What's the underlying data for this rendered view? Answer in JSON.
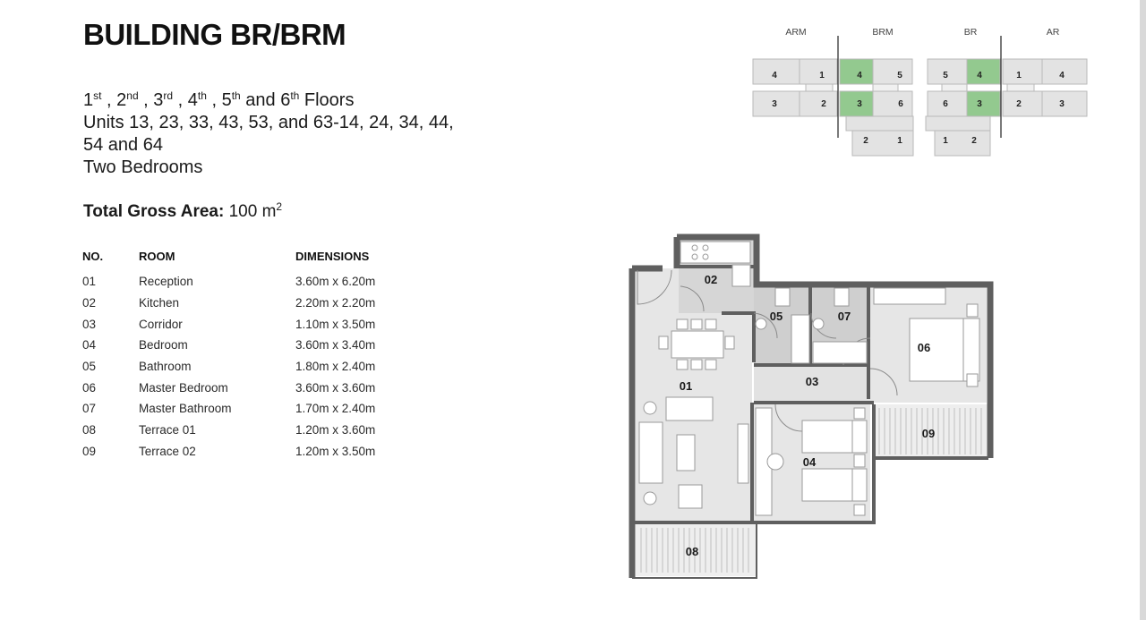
{
  "document": {
    "title": "BUILDING BR/BRM",
    "floors": {
      "ordinals": [
        {
          "num": "1",
          "suffix": "st"
        },
        {
          "num": "2",
          "suffix": "nd"
        },
        {
          "num": "3",
          "suffix": "rd"
        },
        {
          "num": "4",
          "suffix": "th"
        },
        {
          "num": "5",
          "suffix": "th"
        },
        {
          "num": "6",
          "suffix": "th"
        }
      ],
      "sep": " , ",
      "and_word": " and ",
      "floors_word": " Floors",
      "units_line1": "Units 13, 23, 33, 43, 53, and 63-14, 24, 34, 44,",
      "units_line2": "54 and 64",
      "bedrooms": "Two Bedrooms"
    },
    "gross_area": {
      "label": "Total Gross Area:",
      "value": " 100 m",
      "unit_sup": "2"
    },
    "table": {
      "headers": [
        "NO.",
        "ROOM",
        "DIMENSIONS"
      ],
      "rows": [
        [
          "01",
          "Reception",
          "3.60m x 6.20m"
        ],
        [
          "02",
          "Kitchen",
          "2.20m x 2.20m"
        ],
        [
          "03",
          "Corridor",
          "1.10m x 3.50m"
        ],
        [
          "04",
          "Bedroom",
          "3.60m x 3.40m"
        ],
        [
          "05",
          "Bathroom",
          "1.80m x 2.40m"
        ],
        [
          "06",
          "Master Bedroom",
          "3.60m x 3.60m"
        ],
        [
          "07",
          "Master Bathroom",
          "1.70m x 2.40m"
        ],
        [
          "08",
          "Terrace 01",
          "1.20m x 3.60m"
        ],
        [
          "09",
          "Terrace 02",
          "1.20m x 3.50m"
        ]
      ]
    }
  },
  "key_plan": {
    "buildings": [
      "ARM",
      "BRM",
      "BR",
      "AR"
    ],
    "unit_numbers": {
      "arm_top": [
        "4",
        "1"
      ],
      "arm_bottom": [
        "3",
        "2"
      ],
      "brm_top": [
        "4",
        "5"
      ],
      "brm_bottom": [
        "3",
        "6"
      ],
      "brm_low": [
        "2",
        "1"
      ],
      "br_top": [
        "5",
        "4"
      ],
      "br_bottom": [
        "6",
        "3"
      ],
      "br_low": [
        "1",
        "2"
      ],
      "ar_top": [
        "1",
        "4"
      ],
      "ar_bottom": [
        "2",
        "3"
      ]
    },
    "highlight_color": "#93c98f"
  },
  "floor_plan": {
    "labels": {
      "r01": "01",
      "r02": "02",
      "r03": "03",
      "r04": "04",
      "r05": "05",
      "r06": "06",
      "r07": "07",
      "r08": "08",
      "r09": "09"
    },
    "colors": {
      "wall": "#5f5f5f",
      "room_fill": "#e6e6e6",
      "wet_fill": "#cfcfcf",
      "furniture": "#ffffff"
    }
  }
}
